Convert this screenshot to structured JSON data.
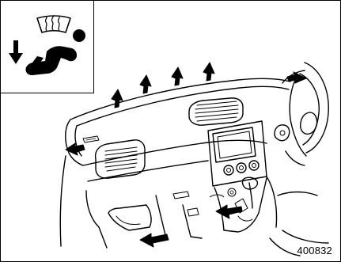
{
  "figure_id": "400832",
  "mode_icon": {
    "name": "defrost-and-foot-mode",
    "parts": [
      "windshield-defroster-icon",
      "seated-occupant-icon",
      "foot-airflow-arrow-icon"
    ]
  },
  "airflow_arrows": {
    "windshield_outlets": 4,
    "side_outlets": 2,
    "foot_outlets": 2
  },
  "colors": {
    "line": "#000000",
    "background": "#ffffff"
  }
}
